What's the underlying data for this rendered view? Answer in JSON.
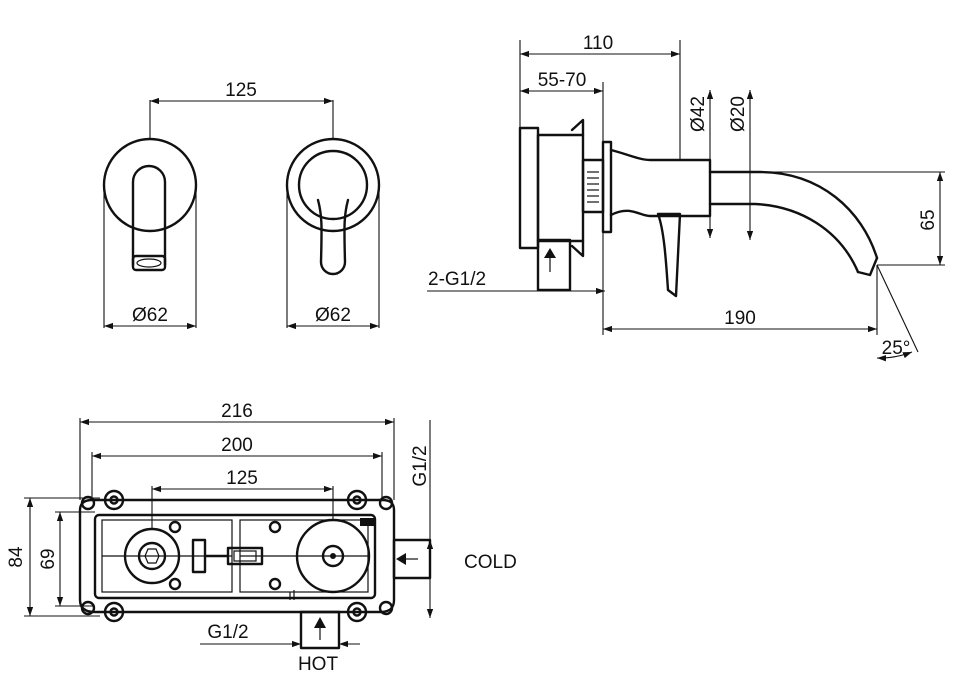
{
  "front_view": {
    "spacing": "125",
    "spout_diameter": "Ø62",
    "handle_diameter": "Ø62"
  },
  "side_view": {
    "depth_total": "110",
    "wall_range": "55-70",
    "flange_diameter": "Ø42",
    "spout_diameter": "Ø20",
    "spout_drop": "65",
    "inlets": "2-G1/2",
    "projection": "190",
    "angle": "25°"
  },
  "box_view": {
    "width_outer": "216",
    "width_inner": "200",
    "spacing": "125",
    "height_outer": "84",
    "height_inner": "69",
    "side_thread": "G1/2",
    "side_label": "COLD",
    "bottom_thread": "G1/2",
    "bottom_label": "HOT"
  }
}
